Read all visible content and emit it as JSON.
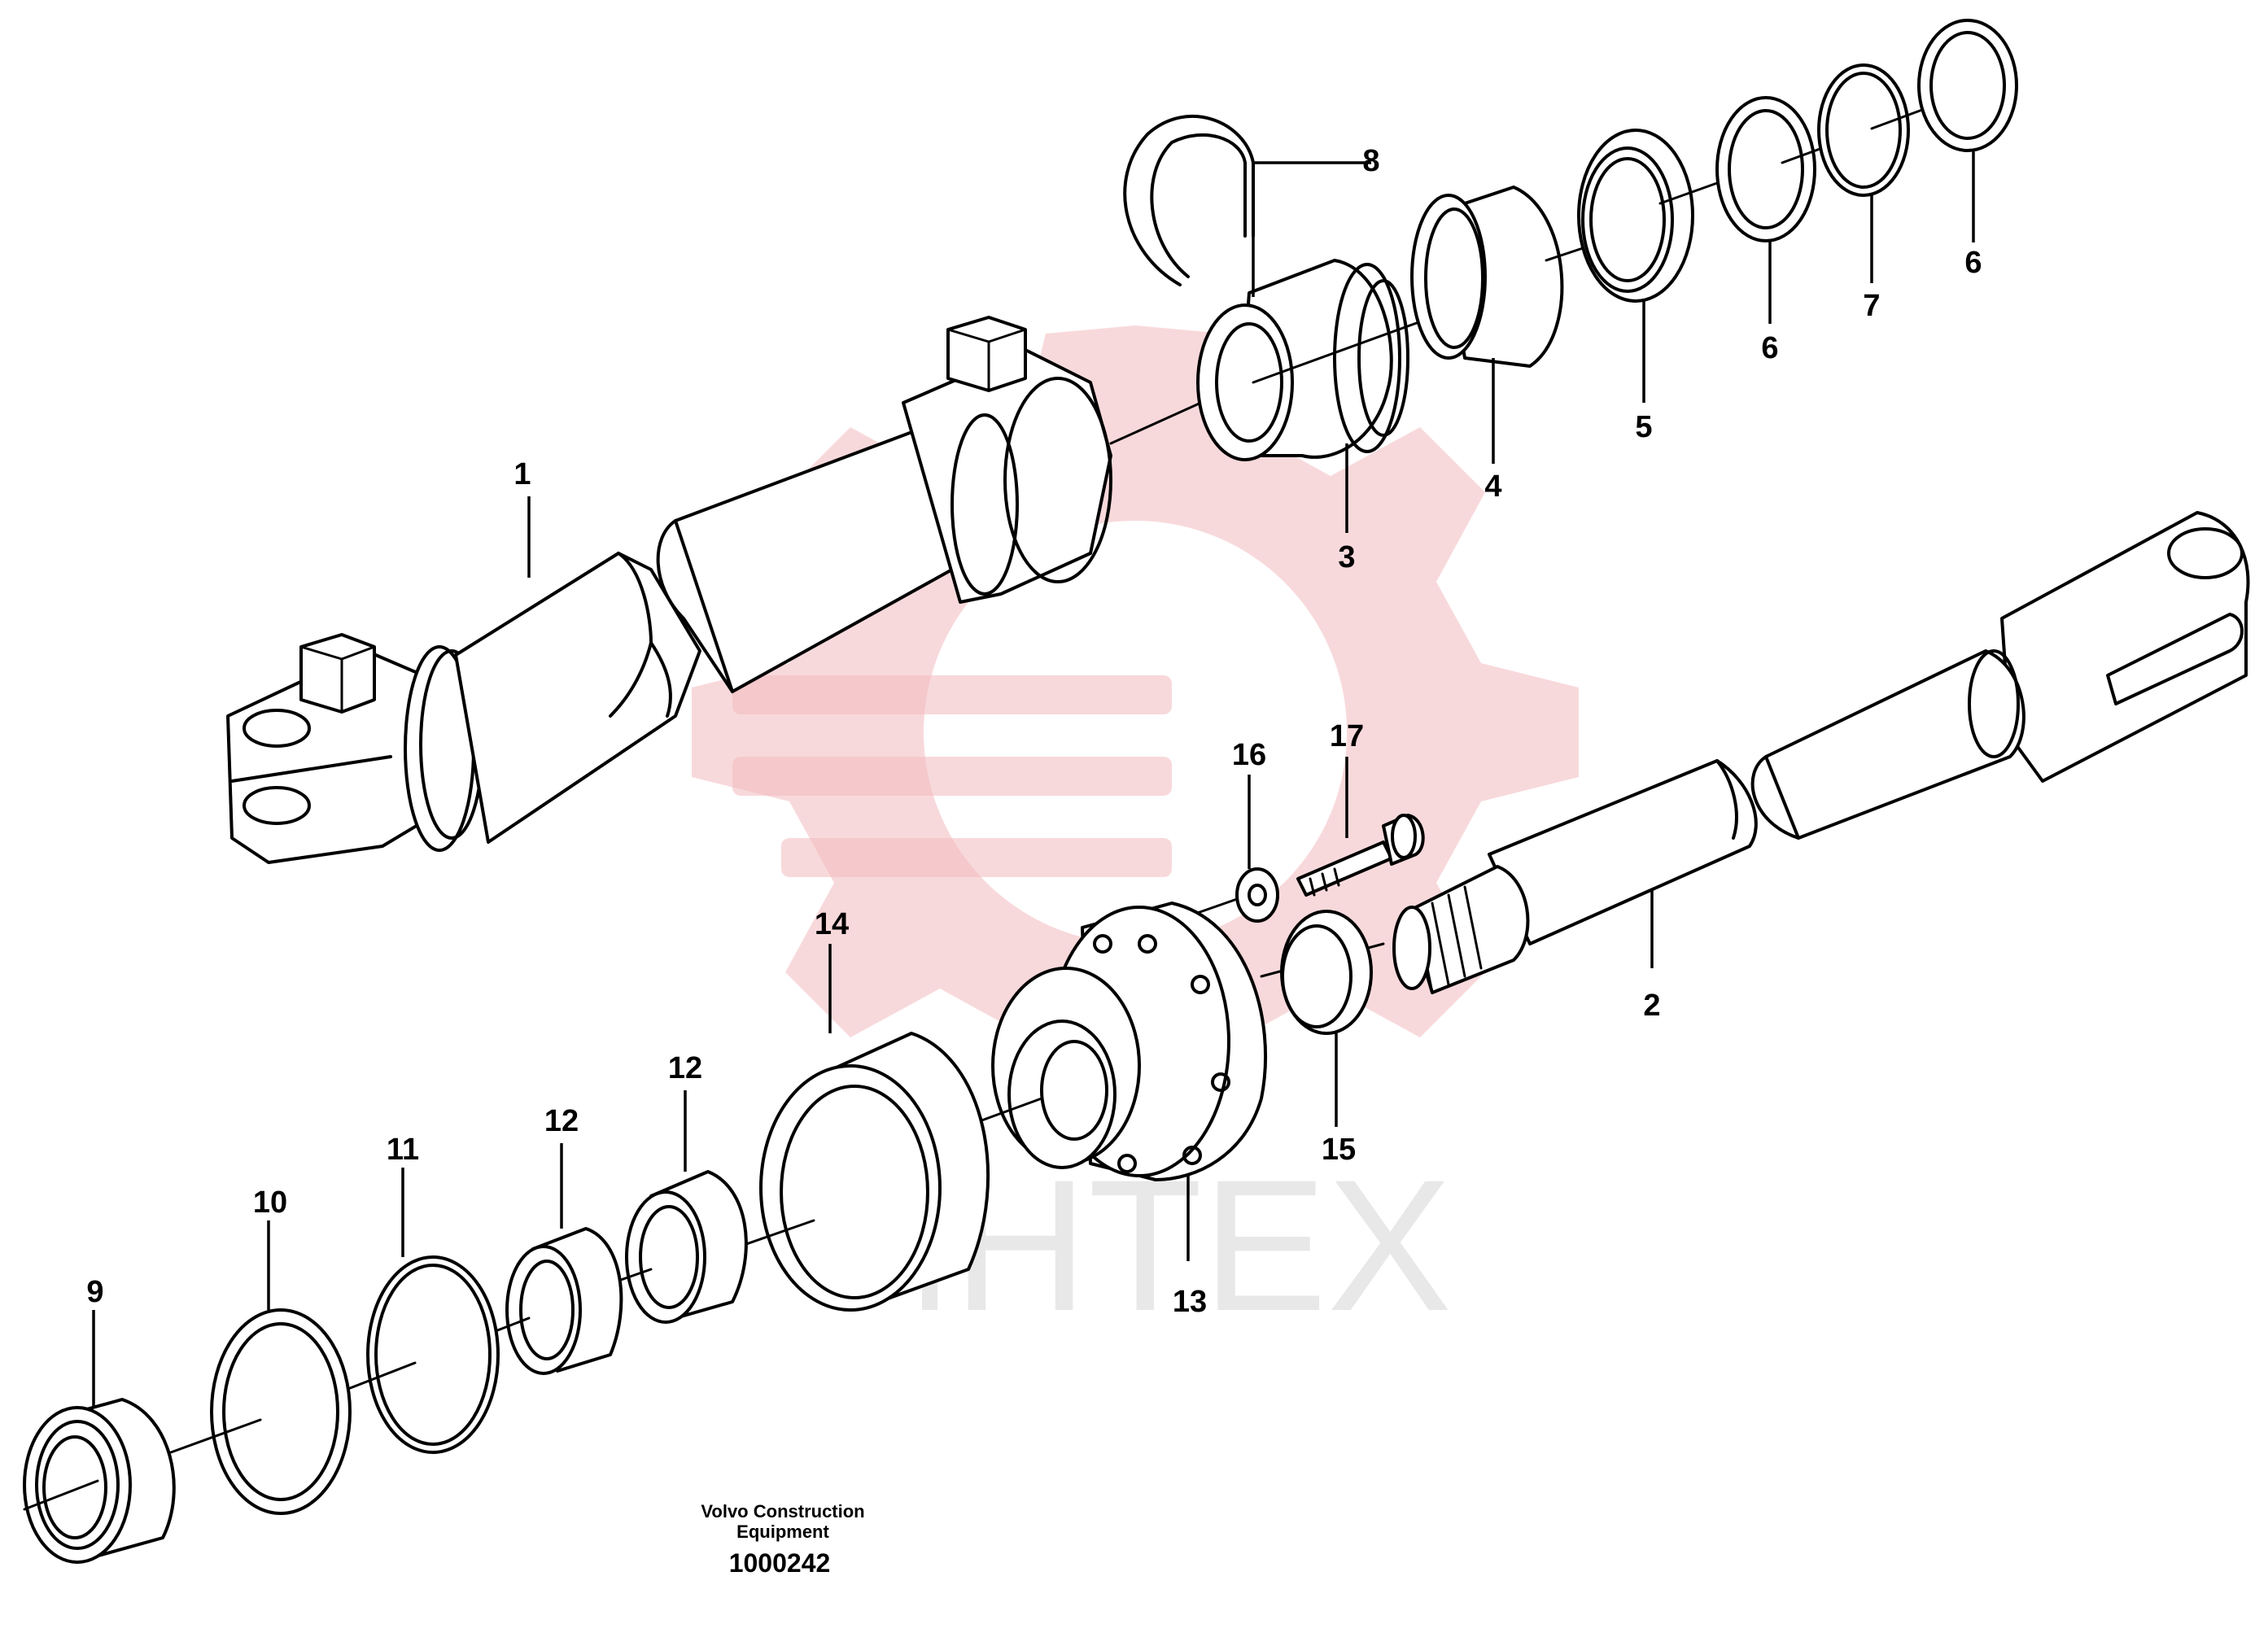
{
  "watermark": {
    "text": "ИНТЕХ",
    "color": "#f3b9bd"
  },
  "callouts": {
    "c1": "1",
    "c2": "2",
    "c3": "3",
    "c4": "4",
    "c5": "5",
    "c6a": "6",
    "c6b": "6",
    "c7": "7",
    "c8": "8",
    "c9": "9",
    "c10": "10",
    "c11": "11",
    "c12a": "12",
    "c12b": "12",
    "c13": "13",
    "c14": "14",
    "c15": "15",
    "c16": "16",
    "c17": "17"
  },
  "caption": {
    "line1": "Volvo Construction",
    "line2": "Equipment",
    "number": "1000242"
  }
}
